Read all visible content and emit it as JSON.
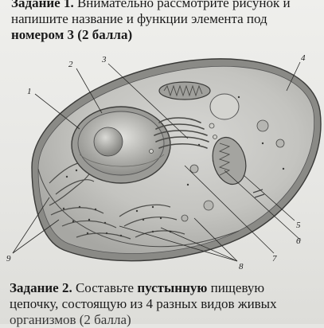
{
  "task1": {
    "line1_label": "Задание 1.",
    "line1_text": " Внимательно рассмотрите рисунок и",
    "line2_text": "напишите название и функции элемента под",
    "line3_text": "номером 3 (2 балла)"
  },
  "figure": {
    "labels": [
      "1",
      "2",
      "3",
      "4",
      "5",
      "6",
      "7",
      "8",
      "9"
    ]
  },
  "task2": {
    "line1_label": "Задание 2.",
    "line1_text_a": " Составьте ",
    "line1_emph": "пустынную",
    "line1_text_b": " пищевую",
    "line2_text": "цепочку, состоящую из 4 разных видов живых",
    "line3_text": "организмов (2 балла)"
  }
}
